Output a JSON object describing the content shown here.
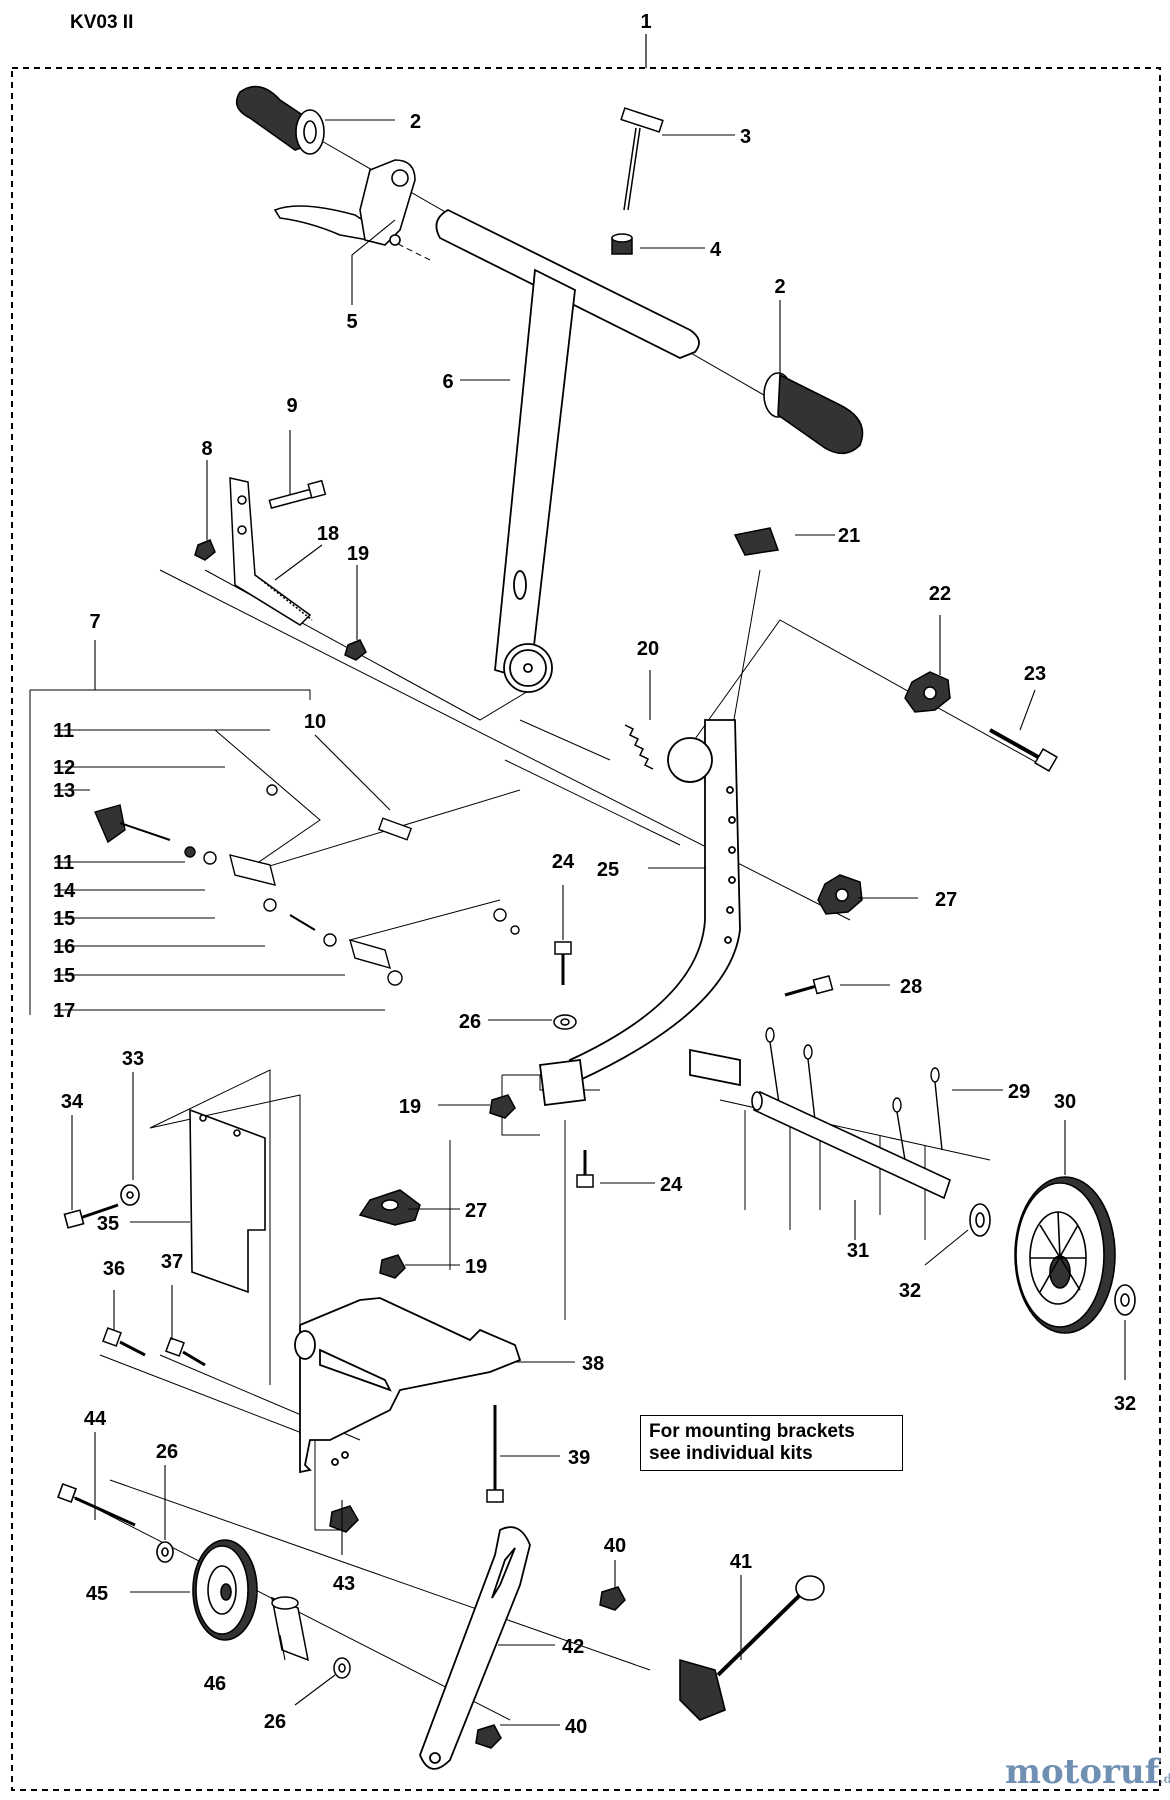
{
  "header": {
    "model": "KV03 II"
  },
  "note": {
    "line1": "For mounting brackets",
    "line2": "see individual kits"
  },
  "watermark": {
    "brand": "motoruf",
    "tld": ".de"
  },
  "callouts": [
    {
      "id": "c1",
      "text": "1"
    },
    {
      "id": "c2a",
      "text": "2"
    },
    {
      "id": "c2b",
      "text": "2"
    },
    {
      "id": "c3",
      "text": "3"
    },
    {
      "id": "c4",
      "text": "4"
    },
    {
      "id": "c5",
      "text": "5"
    },
    {
      "id": "c6",
      "text": "6"
    },
    {
      "id": "c7",
      "text": "7"
    },
    {
      "id": "c8",
      "text": "8"
    },
    {
      "id": "c9",
      "text": "9"
    },
    {
      "id": "c10",
      "text": "10"
    },
    {
      "id": "c11a",
      "text": "11"
    },
    {
      "id": "c12",
      "text": "12"
    },
    {
      "id": "c13",
      "text": "13"
    },
    {
      "id": "c11b",
      "text": "11"
    },
    {
      "id": "c14",
      "text": "14"
    },
    {
      "id": "c15a",
      "text": "15"
    },
    {
      "id": "c16",
      "text": "16"
    },
    {
      "id": "c15b",
      "text": "15"
    },
    {
      "id": "c17",
      "text": "17"
    },
    {
      "id": "c18",
      "text": "18"
    },
    {
      "id": "c19a",
      "text": "19"
    },
    {
      "id": "c20",
      "text": "20"
    },
    {
      "id": "c21",
      "text": "21"
    },
    {
      "id": "c22",
      "text": "22"
    },
    {
      "id": "c23",
      "text": "23"
    },
    {
      "id": "c24a",
      "text": "24"
    },
    {
      "id": "c25",
      "text": "25"
    },
    {
      "id": "c27a",
      "text": "27"
    },
    {
      "id": "c28",
      "text": "28"
    },
    {
      "id": "c26a",
      "text": "26"
    },
    {
      "id": "c19b",
      "text": "19"
    },
    {
      "id": "c24b",
      "text": "24"
    },
    {
      "id": "c29",
      "text": "29"
    },
    {
      "id": "c30",
      "text": "30"
    },
    {
      "id": "c31",
      "text": "31"
    },
    {
      "id": "c32a",
      "text": "32"
    },
    {
      "id": "c32b",
      "text": "32"
    },
    {
      "id": "c33",
      "text": "33"
    },
    {
      "id": "c34",
      "text": "34"
    },
    {
      "id": "c35",
      "text": "35"
    },
    {
      "id": "c27b",
      "text": "27"
    },
    {
      "id": "c19c",
      "text": "19"
    },
    {
      "id": "c36",
      "text": "36"
    },
    {
      "id": "c37",
      "text": "37"
    },
    {
      "id": "c38",
      "text": "38"
    },
    {
      "id": "c39",
      "text": "39"
    },
    {
      "id": "c44",
      "text": "44"
    },
    {
      "id": "c26b",
      "text": "26"
    },
    {
      "id": "c40a",
      "text": "40"
    },
    {
      "id": "c41",
      "text": "41"
    },
    {
      "id": "c45",
      "text": "45"
    },
    {
      "id": "c43",
      "text": "43"
    },
    {
      "id": "c42",
      "text": "42"
    },
    {
      "id": "c46",
      "text": "46"
    },
    {
      "id": "c26c",
      "text": "26"
    },
    {
      "id": "c40b",
      "text": "40"
    }
  ]
}
